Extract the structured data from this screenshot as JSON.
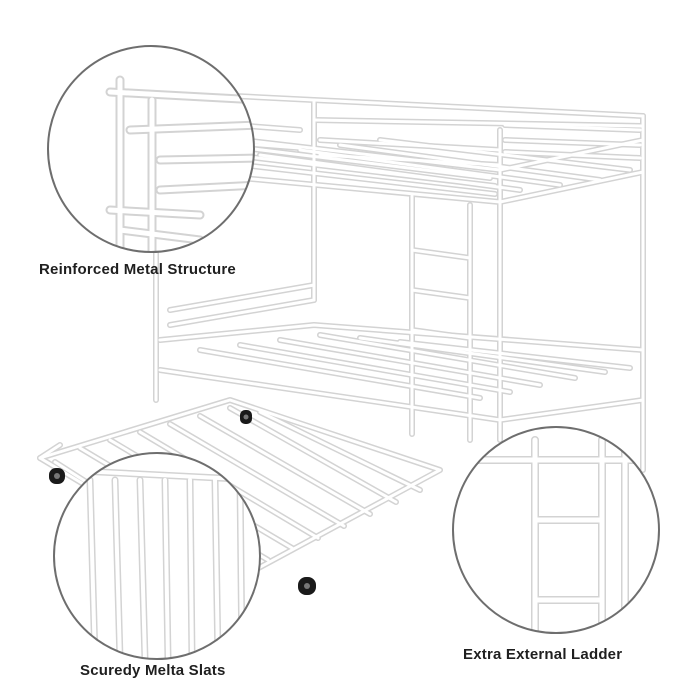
{
  "product": "metal bunk bed with trundle",
  "colors": {
    "frame_fill": "#ffffff",
    "frame_outline": "#d3d3d3",
    "circle_border": "#6e6e6e",
    "caster": "#1a1a1a",
    "caption_text": "#1f1f1f"
  },
  "callouts": [
    {
      "id": "structure",
      "caption": "Reinforced Metal Structure"
    },
    {
      "id": "slats",
      "caption": "Scuredy Melta Slats"
    },
    {
      "id": "ladder",
      "caption": "Extra External Ladder"
    }
  ]
}
